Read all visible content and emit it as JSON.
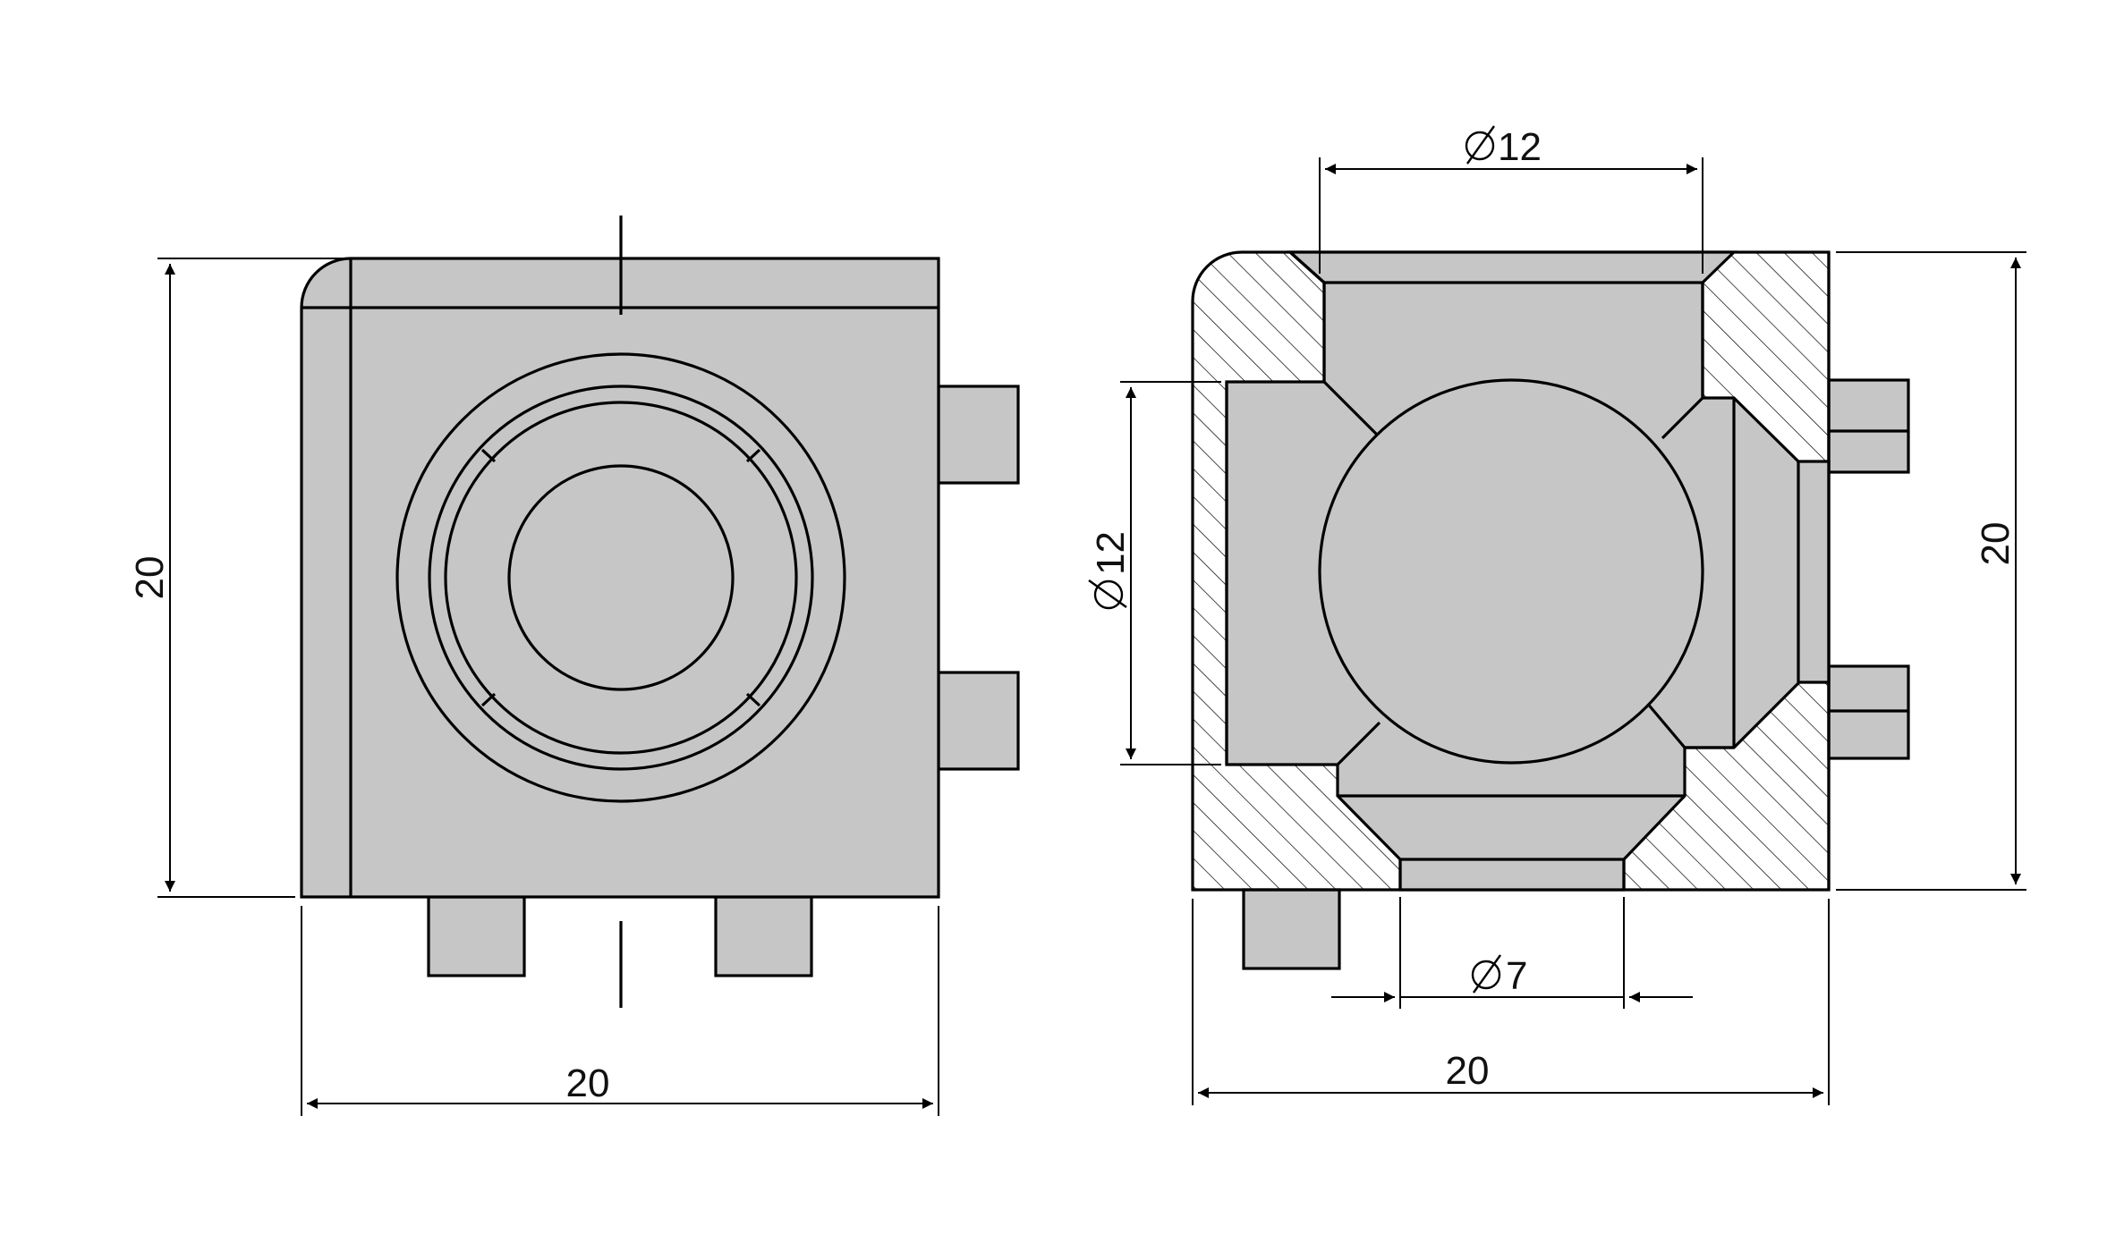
{
  "colors": {
    "part_fill": "#c6c6c6",
    "line": "#000000",
    "background": "#ffffff"
  },
  "front_view": {
    "dim_width": "20",
    "dim_height": "20"
  },
  "section_view": {
    "dim_top_bore": "12",
    "dim_side_bore": "12",
    "dim_bottom_hole": "7",
    "dim_width": "20",
    "dim_height": "20",
    "diameter_symbol": "diameter-symbol"
  }
}
